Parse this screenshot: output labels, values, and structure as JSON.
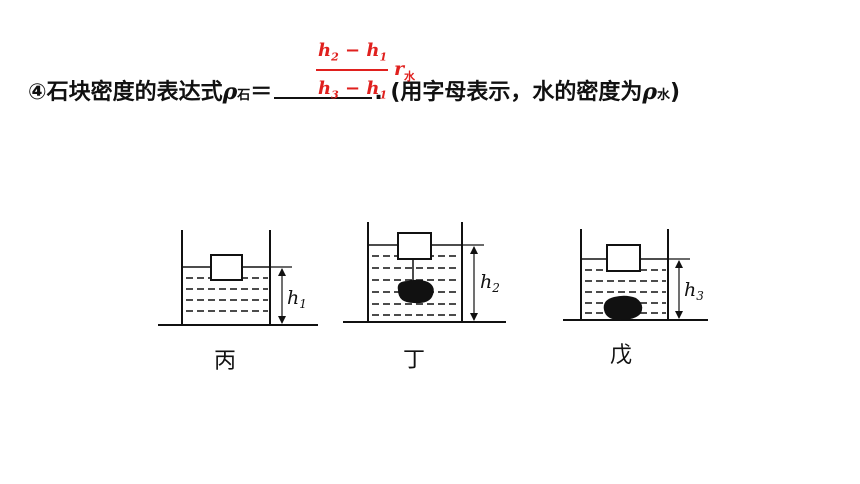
{
  "question": {
    "prefix": "④石块密度的表达式",
    "rho_symbol": "ρ",
    "rho_sub": "石",
    "equals": "＝",
    "suffix": ". (用字母表示，水的密度为",
    "water_sub": "水",
    "close": ")"
  },
  "answer": {
    "numerator_a": "h",
    "numerator_a_sub": "2",
    "minus": " − ",
    "numerator_b": "h",
    "numerator_b_sub": "1",
    "denominator_a": "h",
    "denominator_a_sub": "3",
    "denominator_b": "h",
    "denominator_b_sub": "1",
    "factor": "r",
    "factor_sub": "水"
  },
  "figures": [
    {
      "caption": "丙",
      "height_label": "h",
      "height_sub": "1"
    },
    {
      "caption": "丁",
      "height_label": "h",
      "height_sub": "2"
    },
    {
      "caption": "戊",
      "height_label": "h",
      "height_sub": "3"
    }
  ],
  "colors": {
    "answer": "#e0201e",
    "ink": "#111111"
  }
}
